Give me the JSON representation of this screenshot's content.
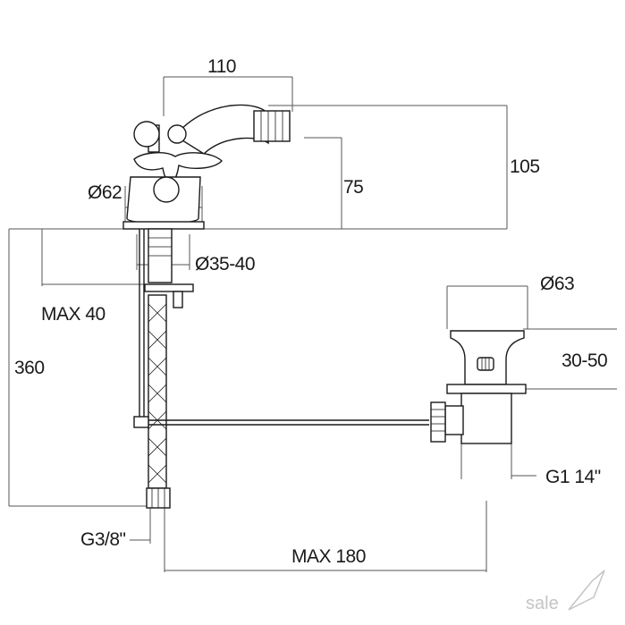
{
  "dimensions": {
    "width_110": "110",
    "height_105": "105",
    "height_75": "75",
    "dia_62": "Ø62",
    "dia_35_40": "Ø35-40",
    "max_40": "MAX 40",
    "height_360": "360",
    "dia_63": "Ø63",
    "range_30_50": "30-50",
    "thread_g1": "G1 14\"",
    "thread_g38": "G3/8\"",
    "max_180": "MAX 180"
  },
  "watermark": {
    "text": "sale"
  },
  "colors": {
    "line": "#1a1a1a",
    "dimension_line": "#555555",
    "watermark": "#c4c4c4"
  }
}
